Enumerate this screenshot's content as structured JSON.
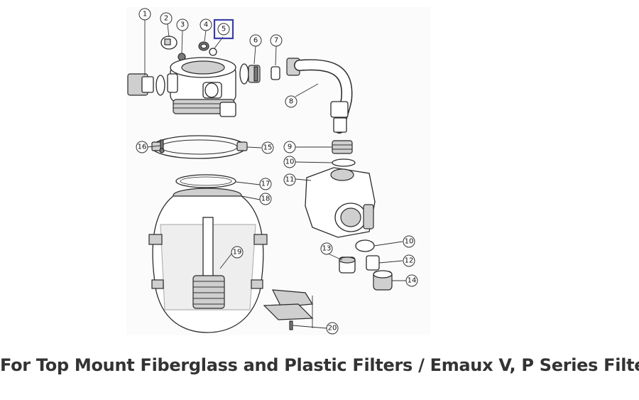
{
  "caption": "For Top Mount Fiberglass and Plastic Filters / Emaux V, P Series Filters",
  "highlight_color": "#3a3fa8",
  "callouts": [
    {
      "label": "1"
    },
    {
      "label": "2"
    },
    {
      "label": "3"
    },
    {
      "label": "4"
    },
    {
      "label": "5"
    },
    {
      "label": "6"
    },
    {
      "label": "7"
    },
    {
      "label": "8"
    },
    {
      "label": "9"
    },
    {
      "label": "10"
    },
    {
      "label": "11"
    },
    {
      "label": "15"
    },
    {
      "label": "16"
    },
    {
      "label": "17"
    },
    {
      "label": "18"
    },
    {
      "label": "19"
    },
    {
      "label": "10"
    },
    {
      "label": "13"
    },
    {
      "label": "12"
    },
    {
      "label": "14"
    },
    {
      "label": "20"
    }
  ]
}
